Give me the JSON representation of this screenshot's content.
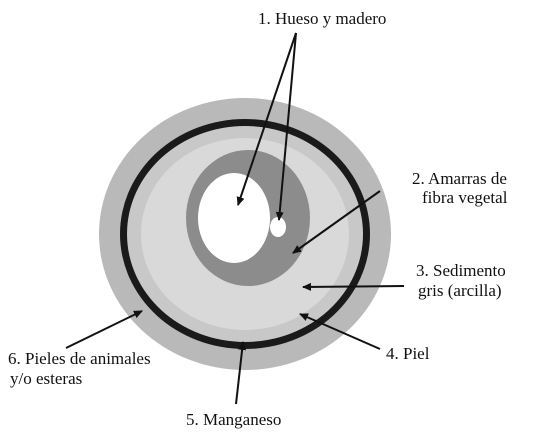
{
  "labels": {
    "bone_wood": "1. Hueso y madero",
    "fiber_line1": "2. Amarras de",
    "fiber_line2": "fibra vegetal",
    "sediment_line1": "3. Sedimento",
    "sediment_line2": "gris (arcilla)",
    "skin": "4. Piel",
    "manganese": "5. Manganeso",
    "hides_line1": "6. Pieles de animales",
    "hides_line2": "y/o esteras"
  },
  "colors": {
    "outer_layer": "#b9b9b9",
    "manganese_ring": "#1a1a1a",
    "skin_ring": "#c8c8c8",
    "sediment": "#d9d9d9",
    "fiber": "#8c8c8c",
    "bone": "#ffffff",
    "arrow": "#111111"
  }
}
